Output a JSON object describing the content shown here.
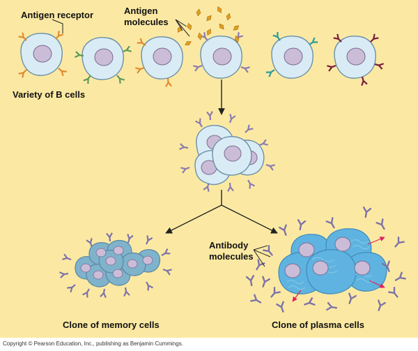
{
  "labels": {
    "antigen_receptor": "Antigen receptor",
    "antigen_molecules_line1": "Antigen",
    "antigen_molecules_line2": "molecules",
    "variety_of_b_cells": "Variety of B cells",
    "antibody_molecules_line1": "Antibody",
    "antibody_molecules_line2": "molecules",
    "clone_of_memory_cells": "Clone of memory cells",
    "clone_of_plasma_cells": "Clone of plasma cells"
  },
  "copyright": "Copyright © Pearson Education, Inc., publishing as Benjamin Cummings.",
  "colors": {
    "panel_background": "#fbe9a3",
    "cell_fill": "#d9ecf5",
    "cell_outline": "#6a8fa8",
    "nucleus": "#cbbcd8",
    "memory_cell": "#7fb3cc",
    "plasma_cell": "#5fb3e0",
    "antigen": "#e0a020",
    "antibody": "#7d72a8",
    "secretion_arrow": "#e0205a",
    "receptor_orange": "#e08a30",
    "receptor_green": "#5a9a5a",
    "receptor_purple": "#8a7ab0",
    "receptor_teal": "#2a9a9a",
    "receptor_maroon": "#7a1a3a"
  }
}
